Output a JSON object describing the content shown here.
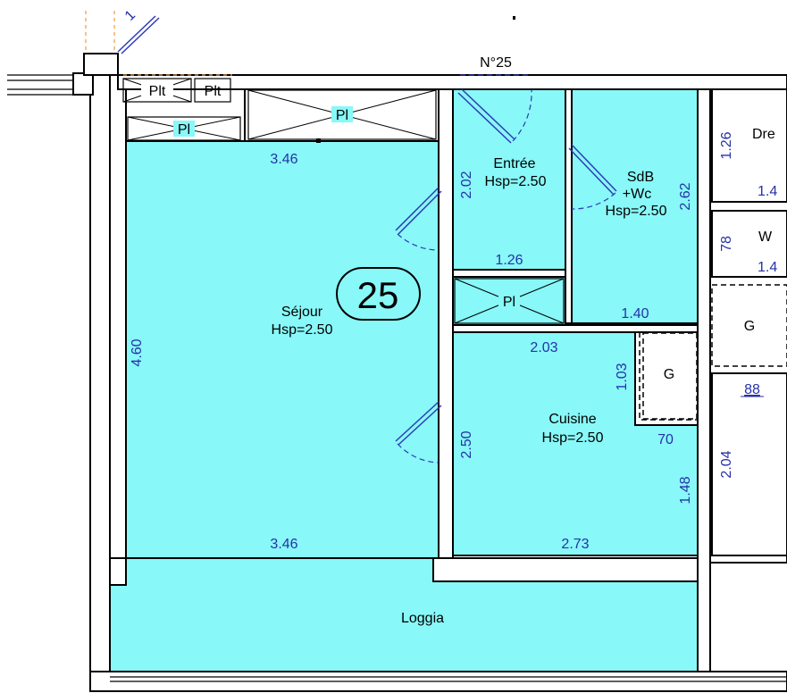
{
  "plan": {
    "apartment_number": "N°25",
    "unit_badge": "25",
    "rooms": {
      "sejour": {
        "name": "Séjour",
        "height": "Hsp=2.50"
      },
      "entree": {
        "name": "Entrée",
        "height": "Hsp=2.50"
      },
      "sdb": {
        "name_line1": "SdB",
        "name_line2": "+Wc",
        "height": "Hsp=2.50"
      },
      "cuisine": {
        "name": "Cuisine",
        "height": "Hsp=2.50"
      },
      "loggia": {
        "name": "Loggia"
      },
      "g_small": {
        "name": "G"
      },
      "g_right": {
        "name": "G"
      },
      "dre_partial": {
        "name": "Dre"
      },
      "w_partial": {
        "name": "W"
      }
    },
    "cupboards": {
      "plt_1": "Plt",
      "plt_2": "Plt",
      "pl_left": "Pl",
      "pl_top": "Pl",
      "pl_entree": "Pl"
    },
    "dimensions": {
      "sejour_top": "3.46",
      "sejour_bottom": "3.46",
      "sejour_height": "4.60",
      "sejour_door": "2.50",
      "entree_height": "2.02",
      "entree_width": "1.26",
      "sdb_height": "2.62",
      "sdb_width": "1.40",
      "cuisine_top": "2.03",
      "cuisine_notch": "1.03",
      "cuisine_notch_width": "70",
      "cuisine_right": "1.48",
      "cuisine_bottom": "2.73",
      "right_1": "1.26",
      "right_2": "1.4",
      "right_3": "78",
      "right_4": "1.4",
      "right_5": "88",
      "right_6": "2.04",
      "corner_mark": "1"
    }
  }
}
